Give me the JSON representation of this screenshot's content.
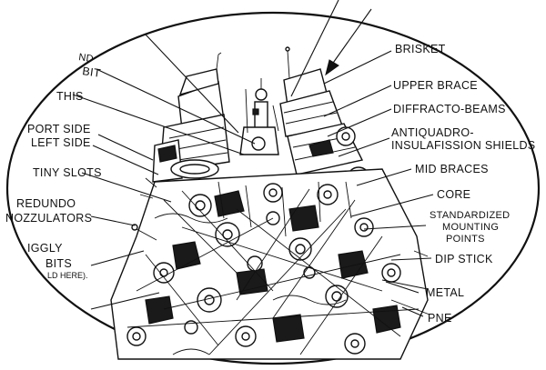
{
  "labels": {
    "bit_top": "ND",
    "bit": "BIT",
    "this": "THIS",
    "port_side": "PORT SIDE",
    "left_side": "LEFT SIDE",
    "tiny_slots": "TINY SLOTS",
    "redundo_1": "REDUNDO",
    "redundo_2": "NOZZULATORS",
    "jiggly_1": "IGGLY",
    "jiggly_2": "BITS",
    "jiggly_3": "LD HERE).",
    "brisket": "BRISKET",
    "upper_brace": "UPPER BRACE",
    "diffracto": "DIFFRACTO-BEAMS",
    "antiquadro_1": "ANTIQUADRO-",
    "antiquadro_2": "INSULAFISSION SHIELDS",
    "mid_braces": "MID BRACES",
    "core": "CORE",
    "standardized_1": "STANDARDIZED",
    "standardized_2": "MOUNTING",
    "standardized_3": "POINTS",
    "dip_stick": "DIP STICK",
    "metal": "METAL",
    "pne": "PNE"
  },
  "colors": {
    "ink": "#111111",
    "paper": "#ffffff"
  }
}
